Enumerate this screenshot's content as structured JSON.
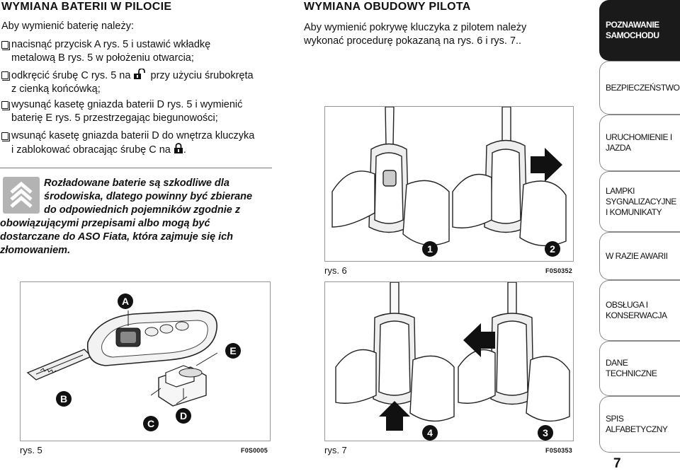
{
  "left": {
    "title": "WYMIANA BATERII W PILOCIE",
    "intro": "Aby wymienić baterię należy:",
    "steps": [
      [
        "nacisnąć przycisk A rys. 5 i ustawić wkładkę",
        "metalową B rys. 5 w położeniu otwarcia;"
      ],
      [
        "odkręcić śrubę C rys. 5 na",
        "przy użyciu śrubokręta",
        "z cienką końcówką;"
      ],
      [
        "wysunąć kasetę gniazda baterii D rys. 5 i wymienić",
        "baterię E rys. 5 przestrzegając biegunowości;"
      ],
      [
        "wsunąć kasetę gniazda baterii D do wnętrza kluczyka",
        "i zablokować obracając śrubę C na",
        "."
      ]
    ],
    "env_note": [
      "Rozładowane baterie są szkodliwe dla",
      "środowiska, dlatego powinny być zbierane",
      "do odpowiednich pojemników zgodnie z",
      "obowiązującymi przepisami albo mogą być",
      "dostarczane do ASO Fiata, która zajmuje się ich",
      "złomowaniem."
    ],
    "fig5": {
      "caption": "rys. 5",
      "code": "F0S0005",
      "labels": [
        "A",
        "B",
        "C",
        "D",
        "E"
      ]
    }
  },
  "middle": {
    "title": "WYMIANA OBUDOWY PILOTA",
    "text": [
      "Aby wymienić pokrywę kluczyka z pilotem należy",
      "wykonać procedurę pokazaną na rys. 6 i rys. 7.."
    ],
    "fig6": {
      "caption": "rys. 6",
      "code": "F0S0352",
      "steps": [
        "1",
        "2"
      ]
    },
    "fig7": {
      "caption": "rys. 7",
      "code": "F0S0353",
      "steps": [
        "4",
        "3"
      ]
    }
  },
  "sidebar": {
    "tabs": [
      "POZNAWANIE SAMOCHODU",
      "BEZPIECZEŃSTWO",
      "URUCHOMIENIE I JAZDA",
      "LAMPKI SYGNALIZACYJNE I KOMUNIKATY",
      "W RAZIE AWARII",
      "OBSŁUGA I KONSERWACJA",
      "DANE TECHNICZNE",
      "SPIS ALFABETYCZNY"
    ],
    "active_index": 0
  },
  "page_number": "7",
  "icons": {
    "unlock": "unlock-icon",
    "lock": "lock-icon",
    "environment": "recycle-icon"
  },
  "colors": {
    "tab_active_bg": "#1a1a1a",
    "env_icon_bg": "#b3b3b3"
  }
}
